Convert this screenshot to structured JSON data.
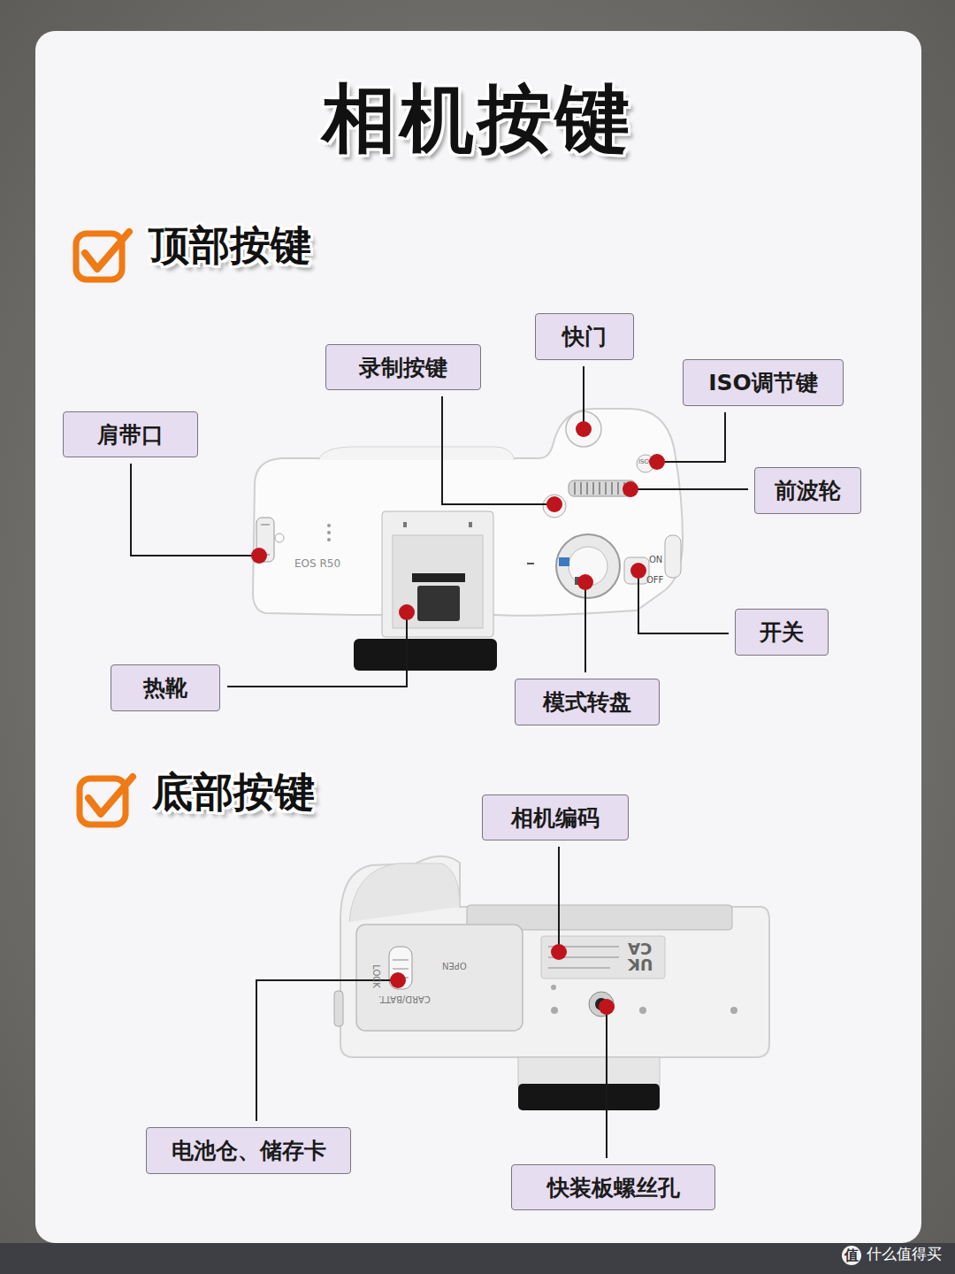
{
  "diagram": {
    "title": "相机按键",
    "nodes": [
      {
        "text": [
          "快门"
        ]
      },
      {
        "text": [
          "录制按键"
        ]
      },
      {
        "text": [
          "ISO调节键"
        ]
      },
      {
        "text": [
          "肩带口"
        ]
      },
      {
        "text": [
          "前波轮"
        ]
      },
      {
        "text": [
          "开关"
        ]
      },
      {
        "text": [
          "热靴"
        ]
      },
      {
        "text": [
          "模式转盘"
        ]
      },
      {
        "text": [
          "相机编码"
        ]
      },
      {
        "text": [
          "电池仓、储存卡"
        ]
      },
      {
        "text": [
          "快装板螺丝孔"
        ]
      }
    ],
    "labels": [
      "顶部按键",
      "底部按键",
      "EOS R50",
      "ON",
      "OFF",
      "ISO",
      "LOCK",
      "OPEN",
      "CARD/BATT.",
      "UK",
      "CA",
      "值",
      "什么值得买"
    ]
  }
}
